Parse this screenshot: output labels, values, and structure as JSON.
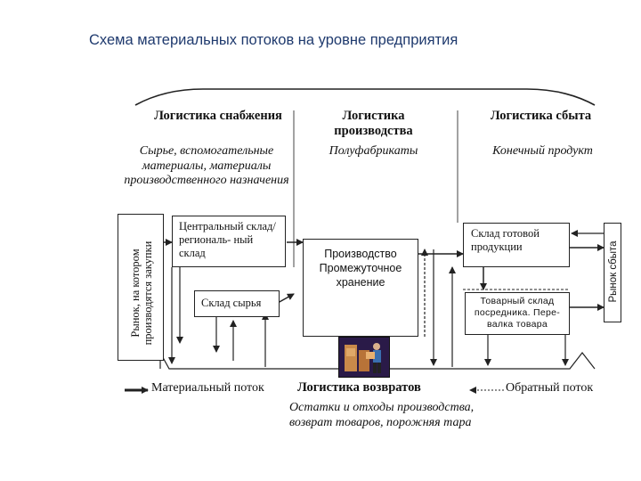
{
  "title": "Схема материальных потоков на уровне предприятия",
  "columns": [
    {
      "header": "Логистика снабжения",
      "subtitle": "Сырье, вспомогательные материалы, материалы производственного назначения"
    },
    {
      "header": "Логистика производства",
      "subtitle": "Полуфабрикаты"
    },
    {
      "header": "Логистика сбыта",
      "subtitle": "Конечный продукт"
    }
  ],
  "left_market": "Рынок, на котором производятся закупки",
  "right_market": "Рынок сбыта",
  "boxes": {
    "central_warehouse": "Центральный склад/региональ- ный склад",
    "raw_warehouse": "Склад сырья",
    "production": "Производство Промежуточное хранение",
    "finished_warehouse": "Склад готовой продукции",
    "intermediary_warehouse": "Товарный склад посредника. Пере- валка товара"
  },
  "legend": {
    "material_flow": "Материальный поток",
    "reverse_flow": "Обратный поток"
  },
  "returns": {
    "header": "Логистика возвратов",
    "subtitle": "Остатки и отходы производства, возврат товаров, порожняя тара"
  },
  "icons": {
    "worker": "worker-with-boxes-icon"
  },
  "colors": {
    "title": "#1f3a6e",
    "line": "#222222"
  }
}
